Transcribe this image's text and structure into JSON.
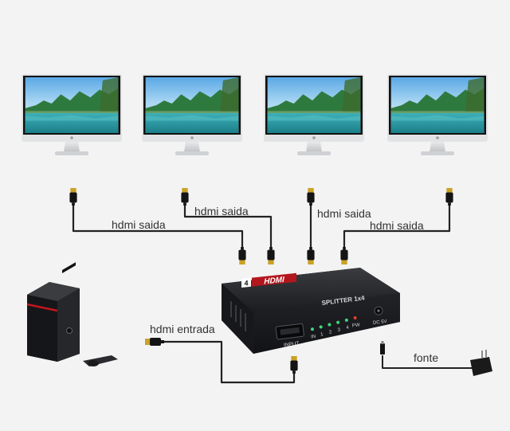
{
  "labels": {
    "out1": "hdmi saida",
    "out2": "hdmi saida",
    "out3": "hdmi saida",
    "out4": "hdmi saida",
    "input": "hdmi entrada",
    "power": "fonte"
  },
  "splitter": {
    "badge": "4",
    "logo": "HDMI",
    "model": "SPLITTER 1x4",
    "input_label": "INPUT",
    "led_labels": [
      "IN",
      "1",
      "2",
      "3",
      "4",
      "PW"
    ],
    "dc_label": "DC 5V"
  },
  "monitors": [
    {
      "name": "monitor-1"
    },
    {
      "name": "monitor-2"
    },
    {
      "name": "monitor-3"
    },
    {
      "name": "monitor-4"
    }
  ],
  "colors": {
    "background": "#f3f3f3",
    "cable": "#222222",
    "device": "#1e1f22",
    "led": "#3fd67a",
    "led_power": "#e0402f",
    "pc_accent": "#c2161d"
  }
}
